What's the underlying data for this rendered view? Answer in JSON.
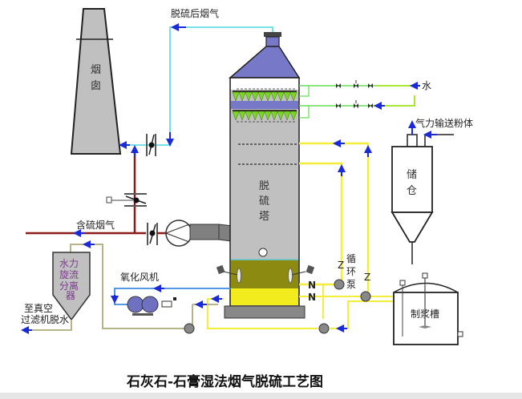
{
  "title": "石灰石-石膏湿法烟气脱硫工艺图",
  "labels": {
    "chimney": [
      "烟",
      "囱"
    ],
    "treated_flue_gas": "脱硫后烟气",
    "raw_flue_gas": "含硫烟气",
    "absorber": [
      "脱",
      "硫",
      "塔"
    ],
    "water": "水",
    "pneumatic_powder": "气力输送粉体",
    "silo": [
      "储",
      "仓"
    ],
    "circulation_pump": [
      "循",
      "环",
      "泵"
    ],
    "slurry_tank": "制浆槽",
    "oxidation_fan": "氧化风机",
    "hydrocyclone": [
      "水力",
      "旋流",
      "分离",
      "器"
    ],
    "to_vacuum_filter": [
      "至真空",
      "过滤机脱水"
    ]
  },
  "colors": {
    "flue_gas_clean": "#66dde8",
    "flue_gas_raw": "#8b1a1a",
    "water_line": "#66dd55",
    "slurry_line": "#f4ee3a",
    "air_line": "#3d8be0",
    "gypsum_line": "#b8b48a",
    "absorber_body": "#c0c0c0",
    "absorber_top": "#7878c8",
    "slurry_dark": "#8c8a10",
    "slurry_bright": "#f2ec1e",
    "mist_eliminator": "#7ad820",
    "arrow": "#1a2ad8"
  }
}
